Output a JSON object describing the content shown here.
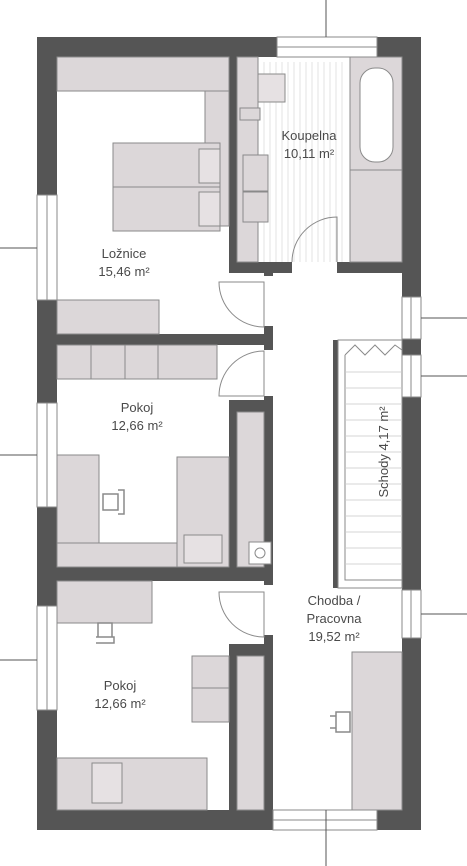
{
  "colors": {
    "wall": "#555555",
    "floor": "#ffffff",
    "furniture": "#dcd7d9",
    "furniture_stroke": "#8a8a8a",
    "window": "#ffffff",
    "guide_line": "#555555",
    "label": "#4a4a4a"
  },
  "rooms": [
    {
      "id": "loznice",
      "name": "Ložnice",
      "area": "15,46 m²"
    },
    {
      "id": "koupelna",
      "name": "Koupelna",
      "area": "10,11 m²"
    },
    {
      "id": "pokoj-1",
      "name": "Pokoj",
      "area": "12,66 m²"
    },
    {
      "id": "pokoj-2",
      "name": "Pokoj",
      "area": "12,66 m²"
    },
    {
      "id": "chodba",
      "name": "Chodba /",
      "name2": "Pracovna",
      "area": "19,52 m²"
    },
    {
      "id": "schody",
      "name": "Schody 4,17 m²"
    }
  ]
}
